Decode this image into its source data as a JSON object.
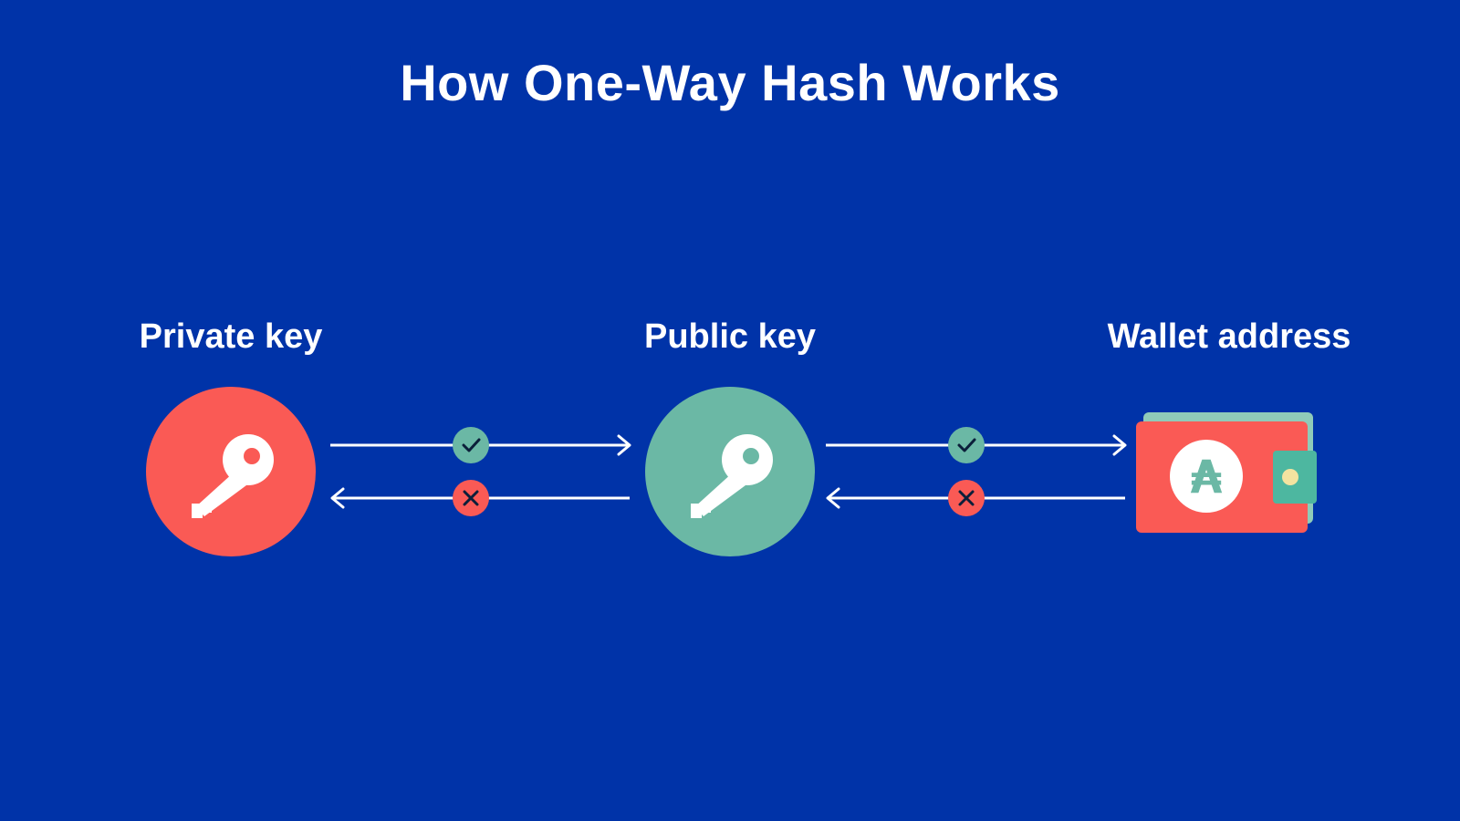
{
  "title": "How One-Way Hash Works",
  "nodes": {
    "private": {
      "label": "Private key",
      "color": "#fa5a55"
    },
    "public": {
      "label": "Public key",
      "color": "#6bb8a5"
    },
    "wallet": {
      "label": "Wallet address",
      "color": "#fa5a55",
      "symbol": "₳"
    }
  },
  "colors": {
    "background": "#0033a8",
    "check": "#6bb8a5",
    "cross": "#fa5a55",
    "wallet_back": "#8fcbb9",
    "wallet_clasp": "#4db7a0",
    "wallet_button": "#f3e3a0"
  },
  "links": [
    {
      "from": "private",
      "to": "public",
      "forward": "allowed",
      "reverse": "blocked"
    },
    {
      "from": "public",
      "to": "wallet",
      "forward": "allowed",
      "reverse": "blocked"
    }
  ]
}
